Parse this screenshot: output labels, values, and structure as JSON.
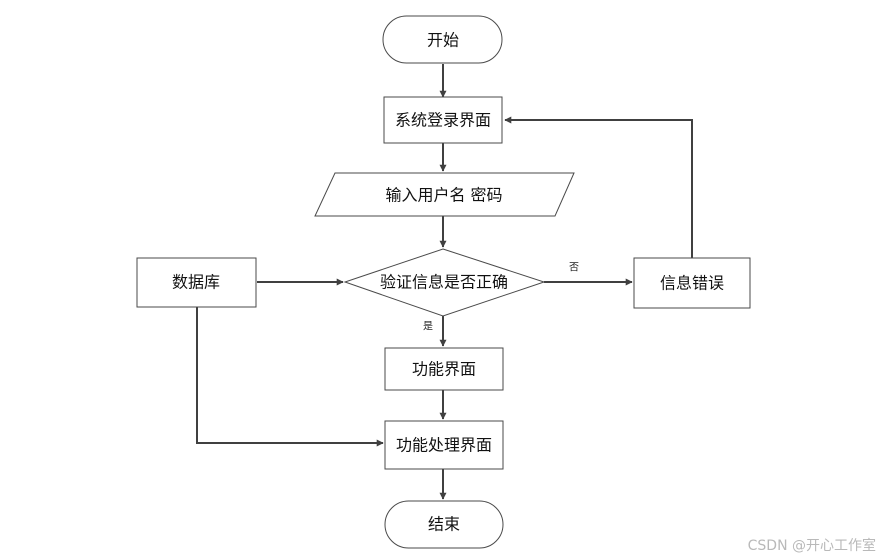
{
  "nodes": {
    "start": "开始",
    "login": "系统登录界面",
    "input": "输入用户名 密码",
    "verify": "验证信息是否正确",
    "database": "数据库",
    "error": "信息错误",
    "function": "功能界面",
    "process": "功能处理界面",
    "end": "结束"
  },
  "edges": {
    "yes": "是",
    "no": "否"
  },
  "watermark": "CSDN @开心工作室"
}
